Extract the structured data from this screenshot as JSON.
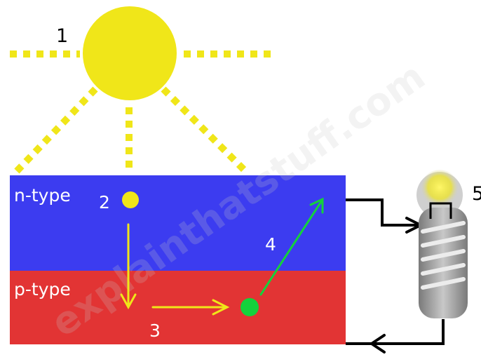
{
  "labels": {
    "step1": "1",
    "step2": "2",
    "step3": "3",
    "step4": "4",
    "step5": "5",
    "n_layer": "n-type",
    "p_layer": "p-type"
  },
  "watermark": "explainthatstuff.com",
  "colors": {
    "sun": "#f0e619",
    "n_layer": "#3c3cf0",
    "p_layer": "#e23434",
    "electron": "#f0e619",
    "hole_pair": "#14d23c",
    "arrow_yellow": "#f0e619",
    "arrow_green": "#14d23c",
    "wire": "#000000",
    "bulb_glass": "#cfcfcf",
    "bulb_base": "#9a9a9a"
  },
  "icons": {
    "sun": "sun-icon",
    "bulb": "light-bulb-icon"
  }
}
